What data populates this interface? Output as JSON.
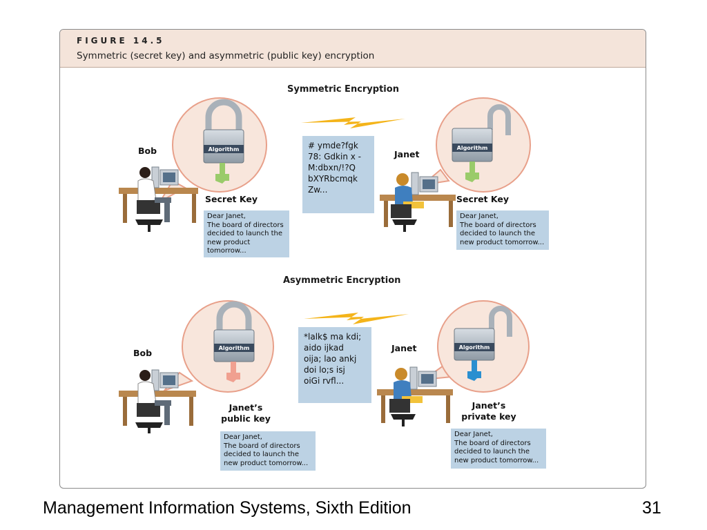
{
  "figure": {
    "number": "FIGURE 14.5",
    "caption": "Symmetric (secret key) and asymmetric (public key) encryption"
  },
  "symmetric": {
    "title": "Symmetric Encryption",
    "sender": "Bob",
    "receiver": "Janet",
    "sender_key_label": "Secret Key",
    "receiver_key_label": "Secret Key",
    "lock_label": "Algorithm",
    "ciphertext": "# ymde?fgk\n78: Gdkin x -\nM:dbxn/!?Q\nbXYRbcmqk\nZw...",
    "sender_message": "Dear Janet,\nThe board of directors\ndecided to launch the\nnew product\ntomorrow...",
    "receiver_message": "Dear Janet,\nThe board of directors\ndecided to launch the\nnew product tomorrow..."
  },
  "asymmetric": {
    "title": "Asymmetric Encryption",
    "sender": "Bob",
    "receiver": "Janet",
    "sender_key_label": "Janet’s\npublic key",
    "receiver_key_label": "Janet’s\nprivate key",
    "lock_label": "Algorithm",
    "ciphertext": "*lalk$ ma kdi;\naido ijkad\noija; lao ankj\ndoi lo;s  isj\noiGi rvfl...",
    "sender_message": "Dear Janet,\nThe board of directors\ndecided to launch the\nnew product tomorrow...",
    "receiver_message": "Dear Janet,\nThe board of directors\ndecided to launch the\nnew product tomorrow..."
  },
  "footer": {
    "title": "Management Information Systems, Sixth Edition",
    "page": "31"
  },
  "colors": {
    "header_bg": "#f4e4da",
    "bubble_fill": "#f8e6dc",
    "bubble_stroke": "#e8a08a",
    "message_box": "#bcd2e4",
    "lightning": "#f4b41a",
    "symmetric_key": "#9acb6a",
    "public_key": "#f0a090",
    "private_key": "#2a8fd0"
  }
}
